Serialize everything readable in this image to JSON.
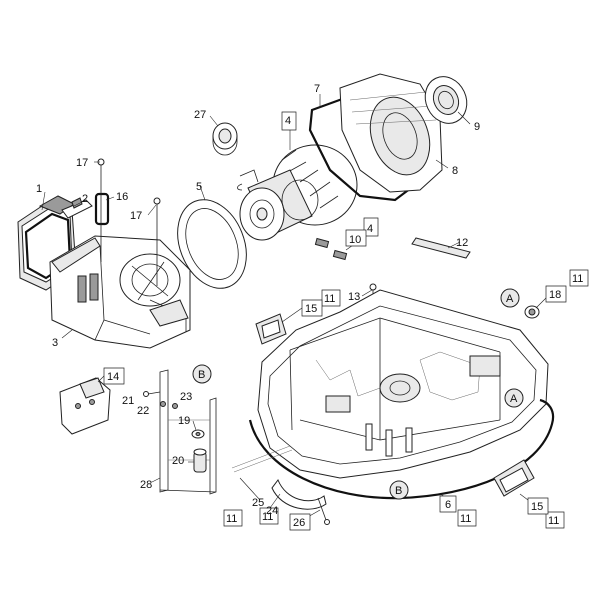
{
  "callouts": {
    "c1": "1",
    "c2": "2",
    "c3": "3",
    "c4a": "4",
    "c4b": "4",
    "c5": "5",
    "c6": "6",
    "c7": "7",
    "c8": "8",
    "c9": "9",
    "c10": "10",
    "c11a": "11",
    "c11b": "11",
    "c11c": "11",
    "c11d": "11",
    "c11e": "11",
    "c11f": "11",
    "c12": "12",
    "c13": "13",
    "c14": "14",
    "c15a": "15",
    "c15b": "15",
    "c16": "16",
    "c17a": "17",
    "c17b": "17",
    "c18": "18",
    "c19": "19",
    "c20": "20",
    "c21": "21",
    "c22": "22",
    "c23": "23",
    "c24": "24",
    "c25": "25",
    "c26": "26",
    "c27": "27",
    "c28": "28"
  },
  "markers": {
    "mA1": "A",
    "mA2": "A",
    "mB1": "B",
    "mB2": "B"
  }
}
